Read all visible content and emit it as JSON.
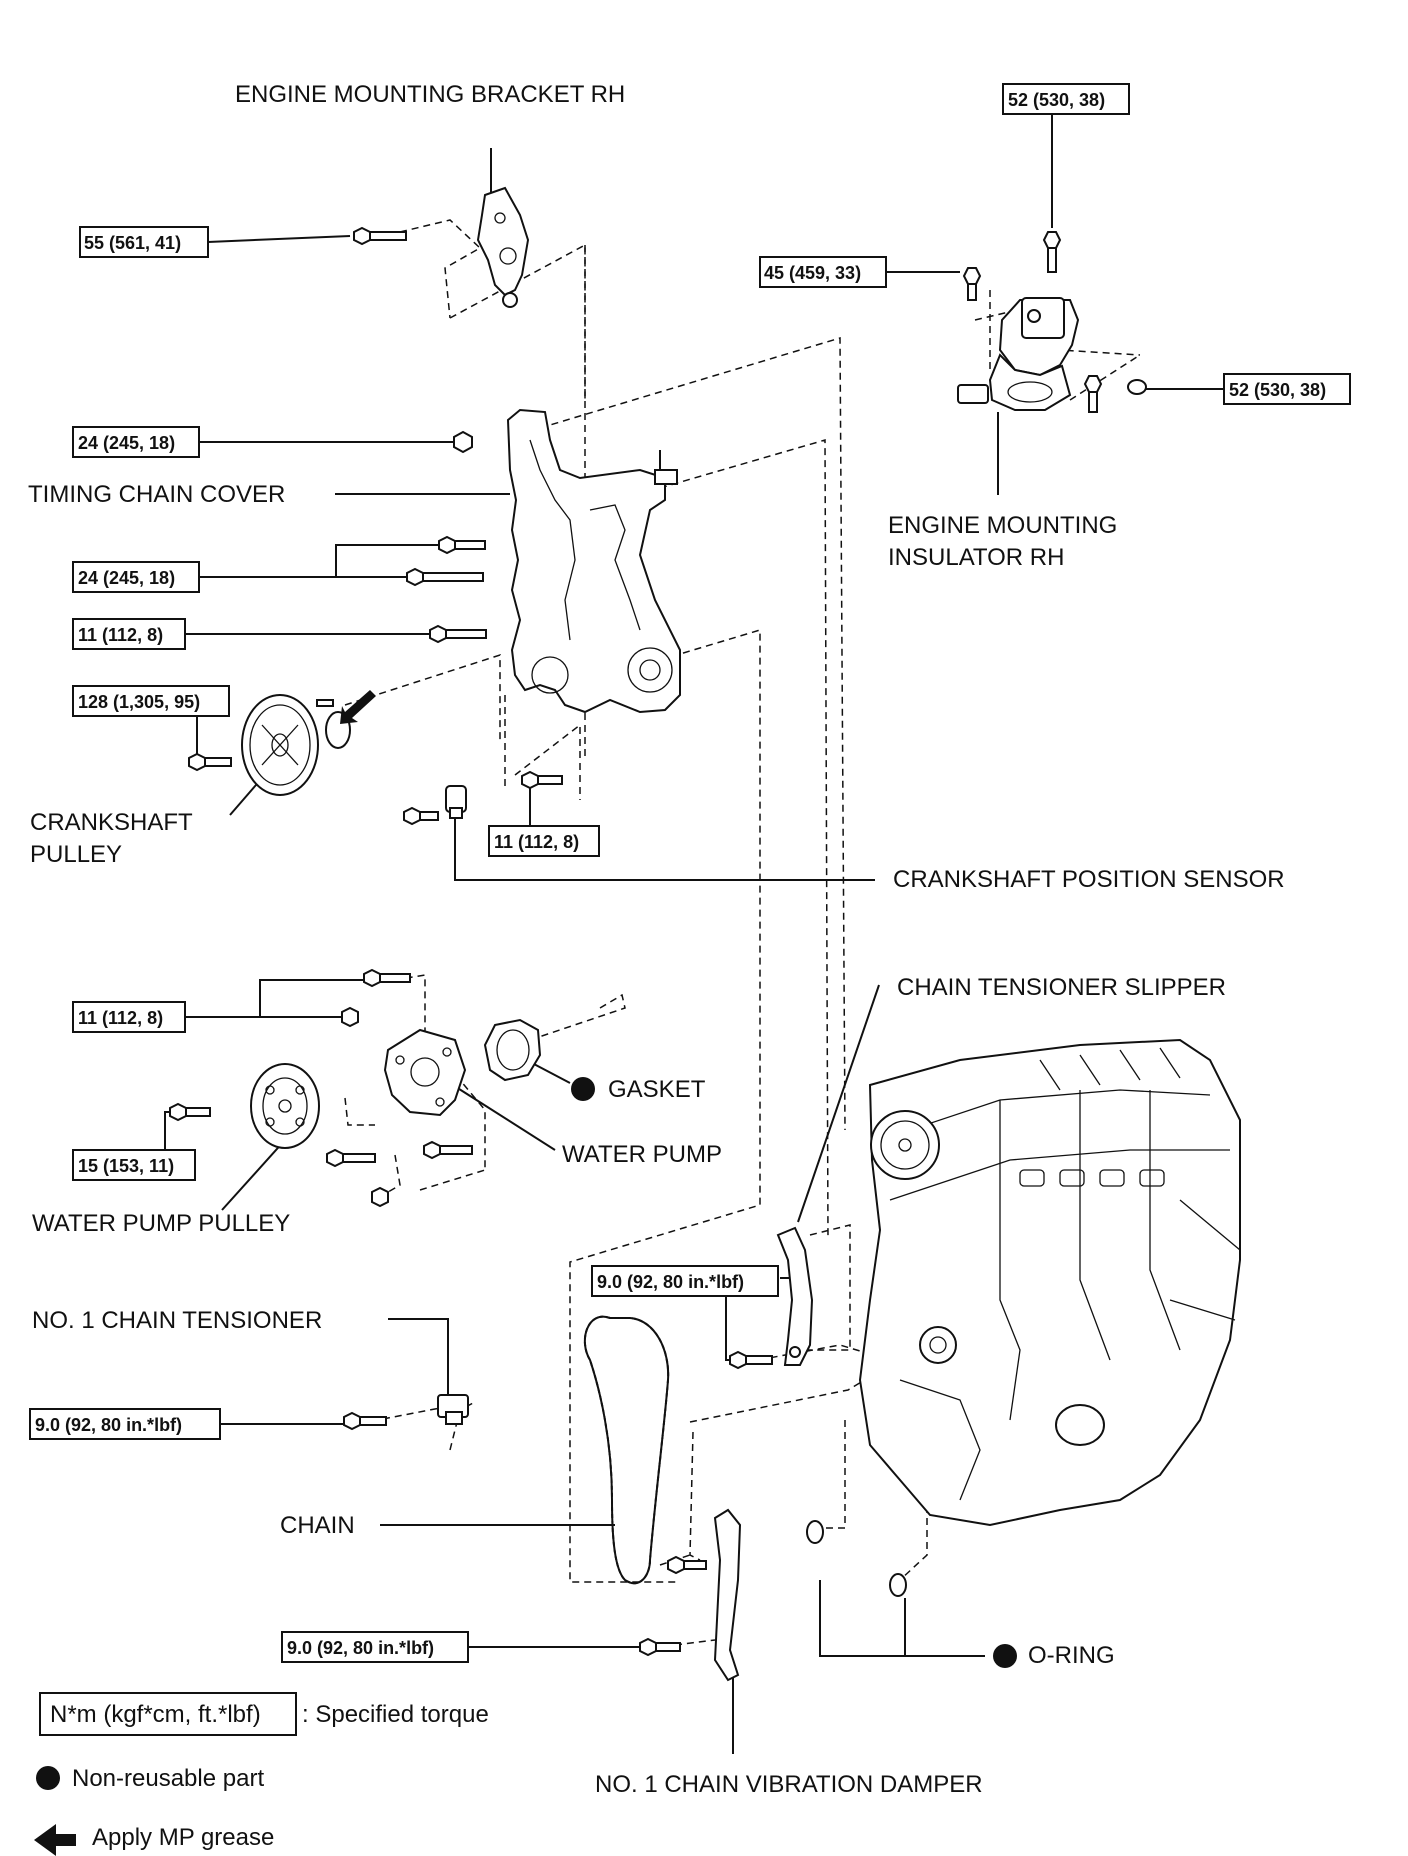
{
  "labels": {
    "engine_mounting_bracket_rh": "ENGINE MOUNTING BRACKET RH",
    "timing_chain_cover": "TIMING CHAIN COVER",
    "engine_mounting_insulator_rh_line1": "ENGINE MOUNTING",
    "engine_mounting_insulator_rh_line2": "INSULATOR RH",
    "crankshaft_pulley_line1": "CRANKSHAFT",
    "crankshaft_pulley_line2": "PULLEY",
    "crankshaft_position_sensor": "CRANKSHAFT POSITION SENSOR",
    "chain_tensioner_slipper": "CHAIN TENSIONER SLIPPER",
    "gasket": "GASKET",
    "water_pump": "WATER PUMP",
    "water_pump_pulley": "WATER PUMP PULLEY",
    "no1_chain_tensioner": "NO. 1 CHAIN TENSIONER",
    "chain": "CHAIN",
    "o_ring": "O-RING",
    "no1_chain_vibration_damper": "NO. 1 CHAIN VIBRATION DAMPER"
  },
  "torques": {
    "bracket_bolt": "55 (561, 41)",
    "insulator_top": "52 (530, 38)",
    "insulator_left": "45 (459, 33)",
    "insulator_right": "52 (530, 38)",
    "cover_nut_top": "24 (245, 18)",
    "cover_bolts_mid": "24 (245, 18)",
    "cover_bolt_11": "11 (112, 8)",
    "crank_pulley_bolt": "128 (1,305, 95)",
    "cover_bolt_lower": "11 (112, 8)",
    "water_pump_bolts": "11 (112, 8)",
    "water_pump_pulley_bolt": "15 (153, 11)",
    "slipper_bolt": "9.0 (92, 80 in.*lbf)",
    "tensioner_bolt": "9.0 (92, 80 in.*lbf)",
    "damper_bolt": "9.0 (92, 80 in.*lbf)"
  },
  "legend": {
    "torque_box": "N*m (kgf*cm, ft.*lbf)",
    "torque_text": ": Specified torque",
    "non_reusable": "Non-reusable part",
    "mp_grease": "Apply MP grease"
  }
}
